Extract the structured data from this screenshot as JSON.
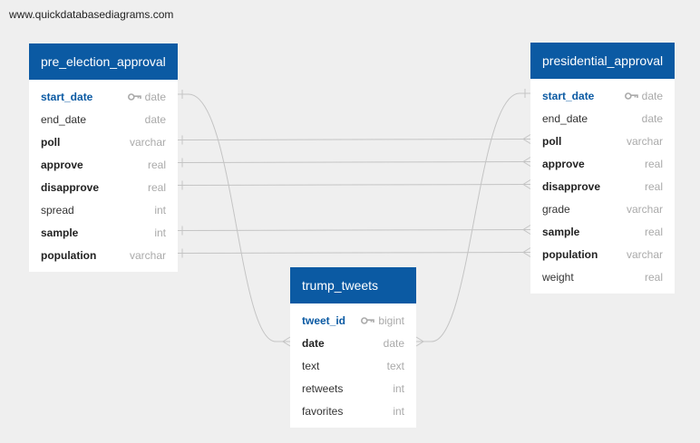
{
  "watermark": "www.quickdatabasediagrams.com",
  "tables": {
    "pre_election": {
      "title": "pre_election_approval",
      "columns": [
        {
          "name": "start_date",
          "type": "date",
          "pk": true,
          "bold": true
        },
        {
          "name": "end_date",
          "type": "date",
          "pk": false,
          "bold": false
        },
        {
          "name": "poll",
          "type": "varchar",
          "pk": false,
          "bold": true
        },
        {
          "name": "approve",
          "type": "real",
          "pk": false,
          "bold": true
        },
        {
          "name": "disapprove",
          "type": "real",
          "pk": false,
          "bold": true
        },
        {
          "name": "spread",
          "type": "int",
          "pk": false,
          "bold": false
        },
        {
          "name": "sample",
          "type": "int",
          "pk": false,
          "bold": true
        },
        {
          "name": "population",
          "type": "varchar",
          "pk": false,
          "bold": true
        }
      ]
    },
    "presidential": {
      "title": "presidential_approval",
      "columns": [
        {
          "name": "start_date",
          "type": "date",
          "pk": true,
          "bold": true
        },
        {
          "name": "end_date",
          "type": "date",
          "pk": false,
          "bold": false
        },
        {
          "name": "poll",
          "type": "varchar",
          "pk": false,
          "bold": true
        },
        {
          "name": "approve",
          "type": "real",
          "pk": false,
          "bold": true
        },
        {
          "name": "disapprove",
          "type": "real",
          "pk": false,
          "bold": true
        },
        {
          "name": "grade",
          "type": "varchar",
          "pk": false,
          "bold": false
        },
        {
          "name": "sample",
          "type": "real",
          "pk": false,
          "bold": true
        },
        {
          "name": "population",
          "type": "varchar",
          "pk": false,
          "bold": true
        },
        {
          "name": "weight",
          "type": "real",
          "pk": false,
          "bold": false
        }
      ]
    },
    "trump_tweets": {
      "title": "trump_tweets",
      "columns": [
        {
          "name": "tweet_id",
          "type": "bigint",
          "pk": true,
          "bold": true
        },
        {
          "name": "date",
          "type": "date",
          "pk": false,
          "bold": true
        },
        {
          "name": "text",
          "type": "text",
          "pk": false,
          "bold": false
        },
        {
          "name": "retweets",
          "type": "int",
          "pk": false,
          "bold": false
        },
        {
          "name": "favorites",
          "type": "int",
          "pk": false,
          "bold": false
        }
      ]
    }
  },
  "colors": {
    "header": "#0b5aa3",
    "background": "#efefef",
    "line": "#c4c4c4"
  }
}
